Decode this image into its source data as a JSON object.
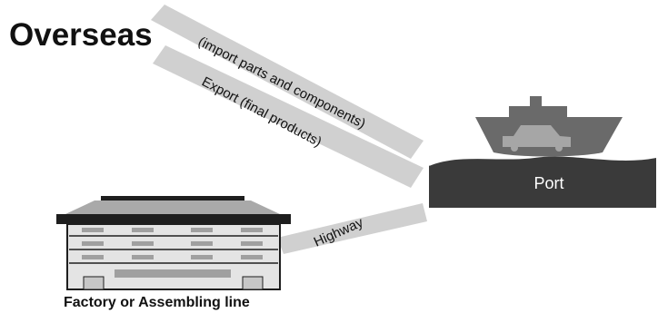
{
  "diagram": {
    "title": "Overseas",
    "routes": {
      "import_label": "(import parts and components)",
      "export_label": "Export  (final products)",
      "highway_label": "Highway"
    },
    "port_label": "Port",
    "factory_label": "Factory or Assembling line"
  },
  "colors": {
    "band": "#d0d0d0",
    "dark": "#3a3a3a",
    "ship": "#6a6a6a",
    "car": "#a6a6a6",
    "building_light": "#dcdcdc",
    "building_mid": "#a9a9a9"
  }
}
